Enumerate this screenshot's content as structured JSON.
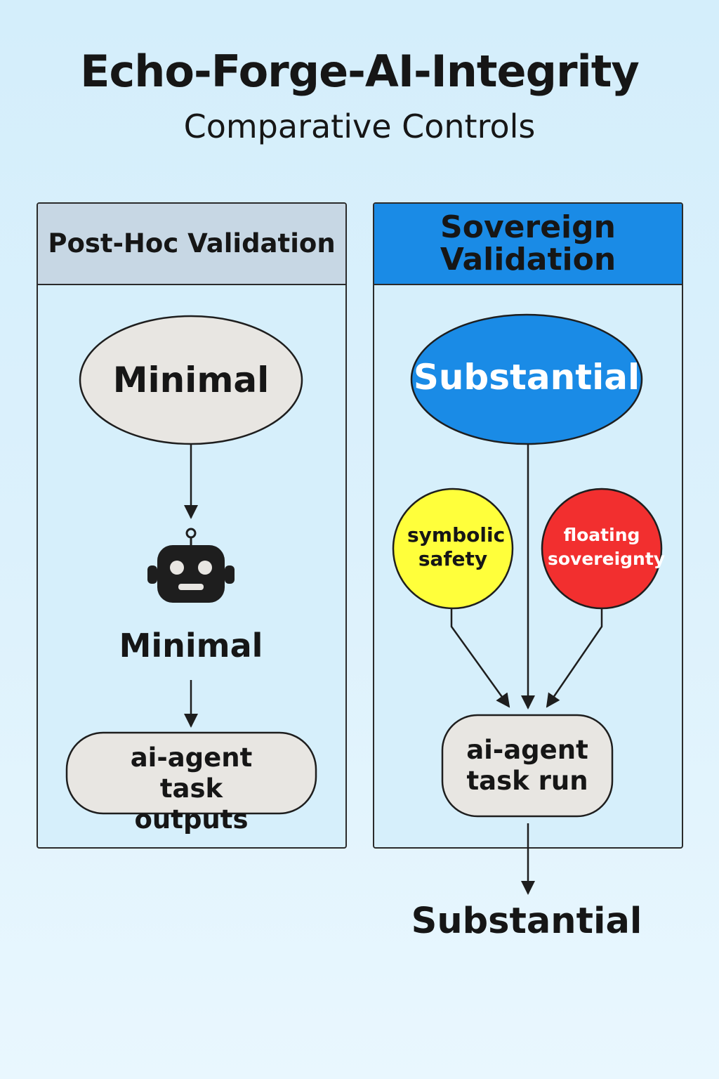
{
  "title": "Echo-Forge-AI-Integrity",
  "subtitle": "Comparative Controls",
  "left_panel": {
    "header": "Post-Hoc Validation",
    "top_node": "Minimal",
    "icon": "robot-icon",
    "middle_label": "Minimal",
    "bottom_node": "ai-agent task outputs"
  },
  "right_panel": {
    "header": "Sovereign Validation",
    "top_node": "Substantial",
    "circle_left": "symbolic safety",
    "circle_right": "floating sovereignty",
    "bottom_node": "ai-agent task run",
    "outcome": "Substantial"
  },
  "colors": {
    "background": "#d9f0fb",
    "left_header": "#c7d7e4",
    "right_header": "#1a8be6",
    "node_fill": "#e8e6e2",
    "substantial_fill": "#1a8be6",
    "symbolic_fill": "#ffff3b",
    "floating_fill": "#f22f2f"
  }
}
